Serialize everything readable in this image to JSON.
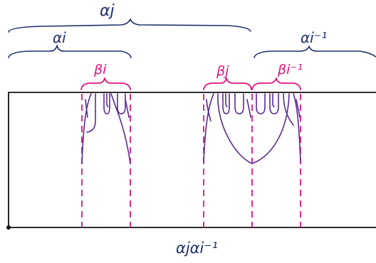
{
  "labels": {
    "alpha_j": "αj",
    "alpha_i": "αi",
    "alpha_i_inv": "αi⁻¹",
    "beta_i": "βi",
    "beta_j": "βj",
    "beta_i_inv": "βi⁻¹",
    "product": "αjαi⁻¹"
  },
  "colors": {
    "navy": "#1f2f6b",
    "magenta": "#e0147e",
    "purple": "#5a2a96",
    "black": "#111111"
  }
}
